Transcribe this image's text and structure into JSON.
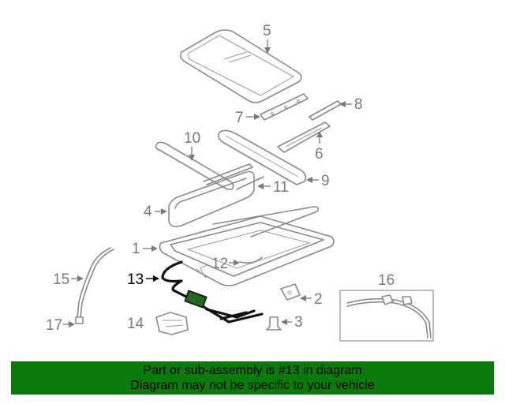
{
  "callouts": {
    "c1": "1",
    "c2": "2",
    "c3": "3",
    "c4": "4",
    "c5": "5",
    "c6": "6",
    "c7": "7",
    "c8": "8",
    "c9": "9",
    "c10": "10",
    "c11": "11",
    "c12": "12",
    "c13": "13",
    "c14": "14",
    "c15": "15",
    "c16": "16",
    "c17": "17"
  },
  "highlighted_part": "13",
  "colors": {
    "banner_bg": "#0a7a0a",
    "highlight": "#000000",
    "line_art": "#8a8a8a"
  },
  "footer": {
    "line1": "Part or sub-assembly is #13 in diagram",
    "line2": "Diagram may not be specific to your vehicle"
  }
}
